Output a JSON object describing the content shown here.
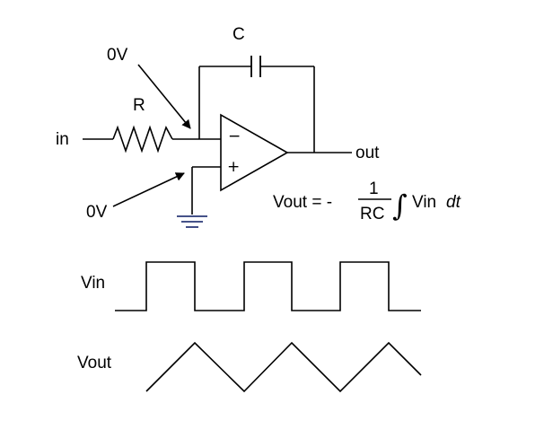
{
  "labels": {
    "capacitor": "C",
    "resistor": "R",
    "input": "in",
    "output": "out",
    "zero_volt_top": "0V",
    "zero_volt_bottom": "0V",
    "minus_sign": "−",
    "plus_sign": "+"
  },
  "formula": {
    "lhs": "Vout = -",
    "numerator": "1",
    "denominator": "RC",
    "integral_symbol": "∫",
    "integrand": "Vin",
    "differential": "dt"
  },
  "waveforms": {
    "input_label": "Vin",
    "output_label": "Vout"
  },
  "colors": {
    "line": "#000000",
    "ground": "#2c3a78",
    "background": "#ffffff"
  }
}
